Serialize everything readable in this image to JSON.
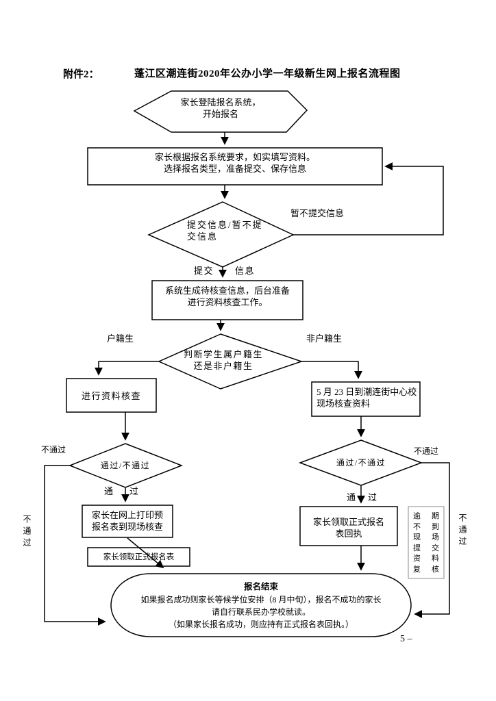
{
  "page": {
    "attachment_label": "附件2：",
    "title": "蓬江区潮连街2020年公办小学一年级新生网上报名流程图",
    "page_number": "5 –"
  },
  "colors": {
    "line": "#000000",
    "text": "#000000",
    "background": "#ffffff",
    "note_border": "#888888"
  },
  "flowchart": {
    "start": {
      "line1": "家长登陆报名系统，",
      "line2": "开始报名"
    },
    "fill_info": {
      "line1": "家长根据报名系统要求，如实填写资料。",
      "line2": "选择报名类型，准备提交、保存信息"
    },
    "submit_decision": {
      "text": "提交信息/暂不提交信息",
      "no_label": "暂不提交信息",
      "yes_label_left": "提交",
      "yes_label_right": "信息"
    },
    "system_generate": {
      "line1": "系统生成待核查信息，后台准备",
      "line2": "进行资料核查工作。"
    },
    "residence_decision": {
      "line1": "判断学生属户籍生",
      "line2": "还是非户籍生",
      "left_label": "户籍生",
      "right_label": "非户籍生"
    },
    "verify_online": {
      "text": "进行资料核查"
    },
    "verify_onsite": {
      "line1": "5 月 23 日到潮连街中心校",
      "line2": "现场核查资料"
    },
    "left_pass_decision": {
      "text": "通过/不通过",
      "fail_label": "不通过",
      "pass_left": "通",
      "pass_right": "过"
    },
    "right_pass_decision": {
      "text": "通过/不通过",
      "fail_label": "不通过",
      "pass_left": "通",
      "pass_right": "过"
    },
    "print_form": {
      "line1": "家长在网上打印预",
      "line2": "报名表到现场核查"
    },
    "receive_form": {
      "text": "家长领取正式报名表"
    },
    "receive_receipt": {
      "line1": "家长领取正式报名",
      "line2": "表回执"
    },
    "overdue_note": {
      "rows": [
        [
          "逾",
          "期"
        ],
        [
          "不",
          "到"
        ],
        [
          "现",
          "场"
        ],
        [
          "提",
          "交"
        ],
        [
          "资",
          "料"
        ],
        [
          "复",
          "核"
        ]
      ]
    },
    "left_fail_vertical": "不通过",
    "right_fail_vertical": "不通过",
    "end": {
      "title": "报名结束",
      "line1": "如果报名成功则家长等候学位安排（8 月中旬），报名不成功的家长",
      "line2": "请自行联系民办学校就读。",
      "line3": "（如果家长报名成功，则应持有正式报名表回执。）"
    }
  }
}
